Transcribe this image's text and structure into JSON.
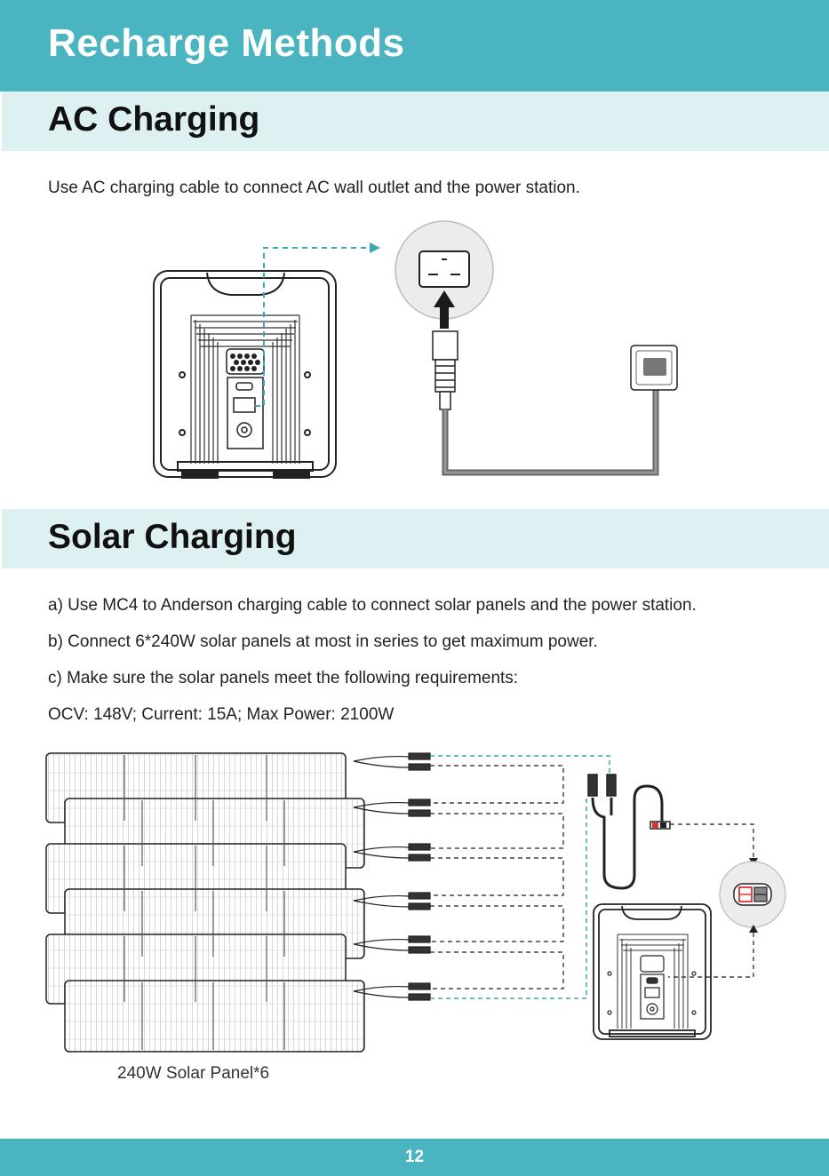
{
  "header": {
    "title": "Recharge Methods"
  },
  "ac": {
    "heading": "AC Charging",
    "instruction": "Use AC charging cable to connect AC wall outlet and the power station."
  },
  "solar": {
    "heading": "Solar Charging",
    "steps": [
      "a) Use MC4 to Anderson charging cable to connect solar panels and the power station.",
      "b) Connect 6*240W solar panels at most in series to get maximum power.",
      "c) Make sure the solar panels meet the following requirements:"
    ],
    "requirements": "OCV: 148V;  Current: 15A;  Max Power: 2100W",
    "panel_caption": "240W Solar Panel*6"
  },
  "footer": {
    "page_number": "12"
  },
  "colors": {
    "accent": "#4ab4c1",
    "band": "#ddf0f2",
    "dashed": "#3aa7b5"
  }
}
